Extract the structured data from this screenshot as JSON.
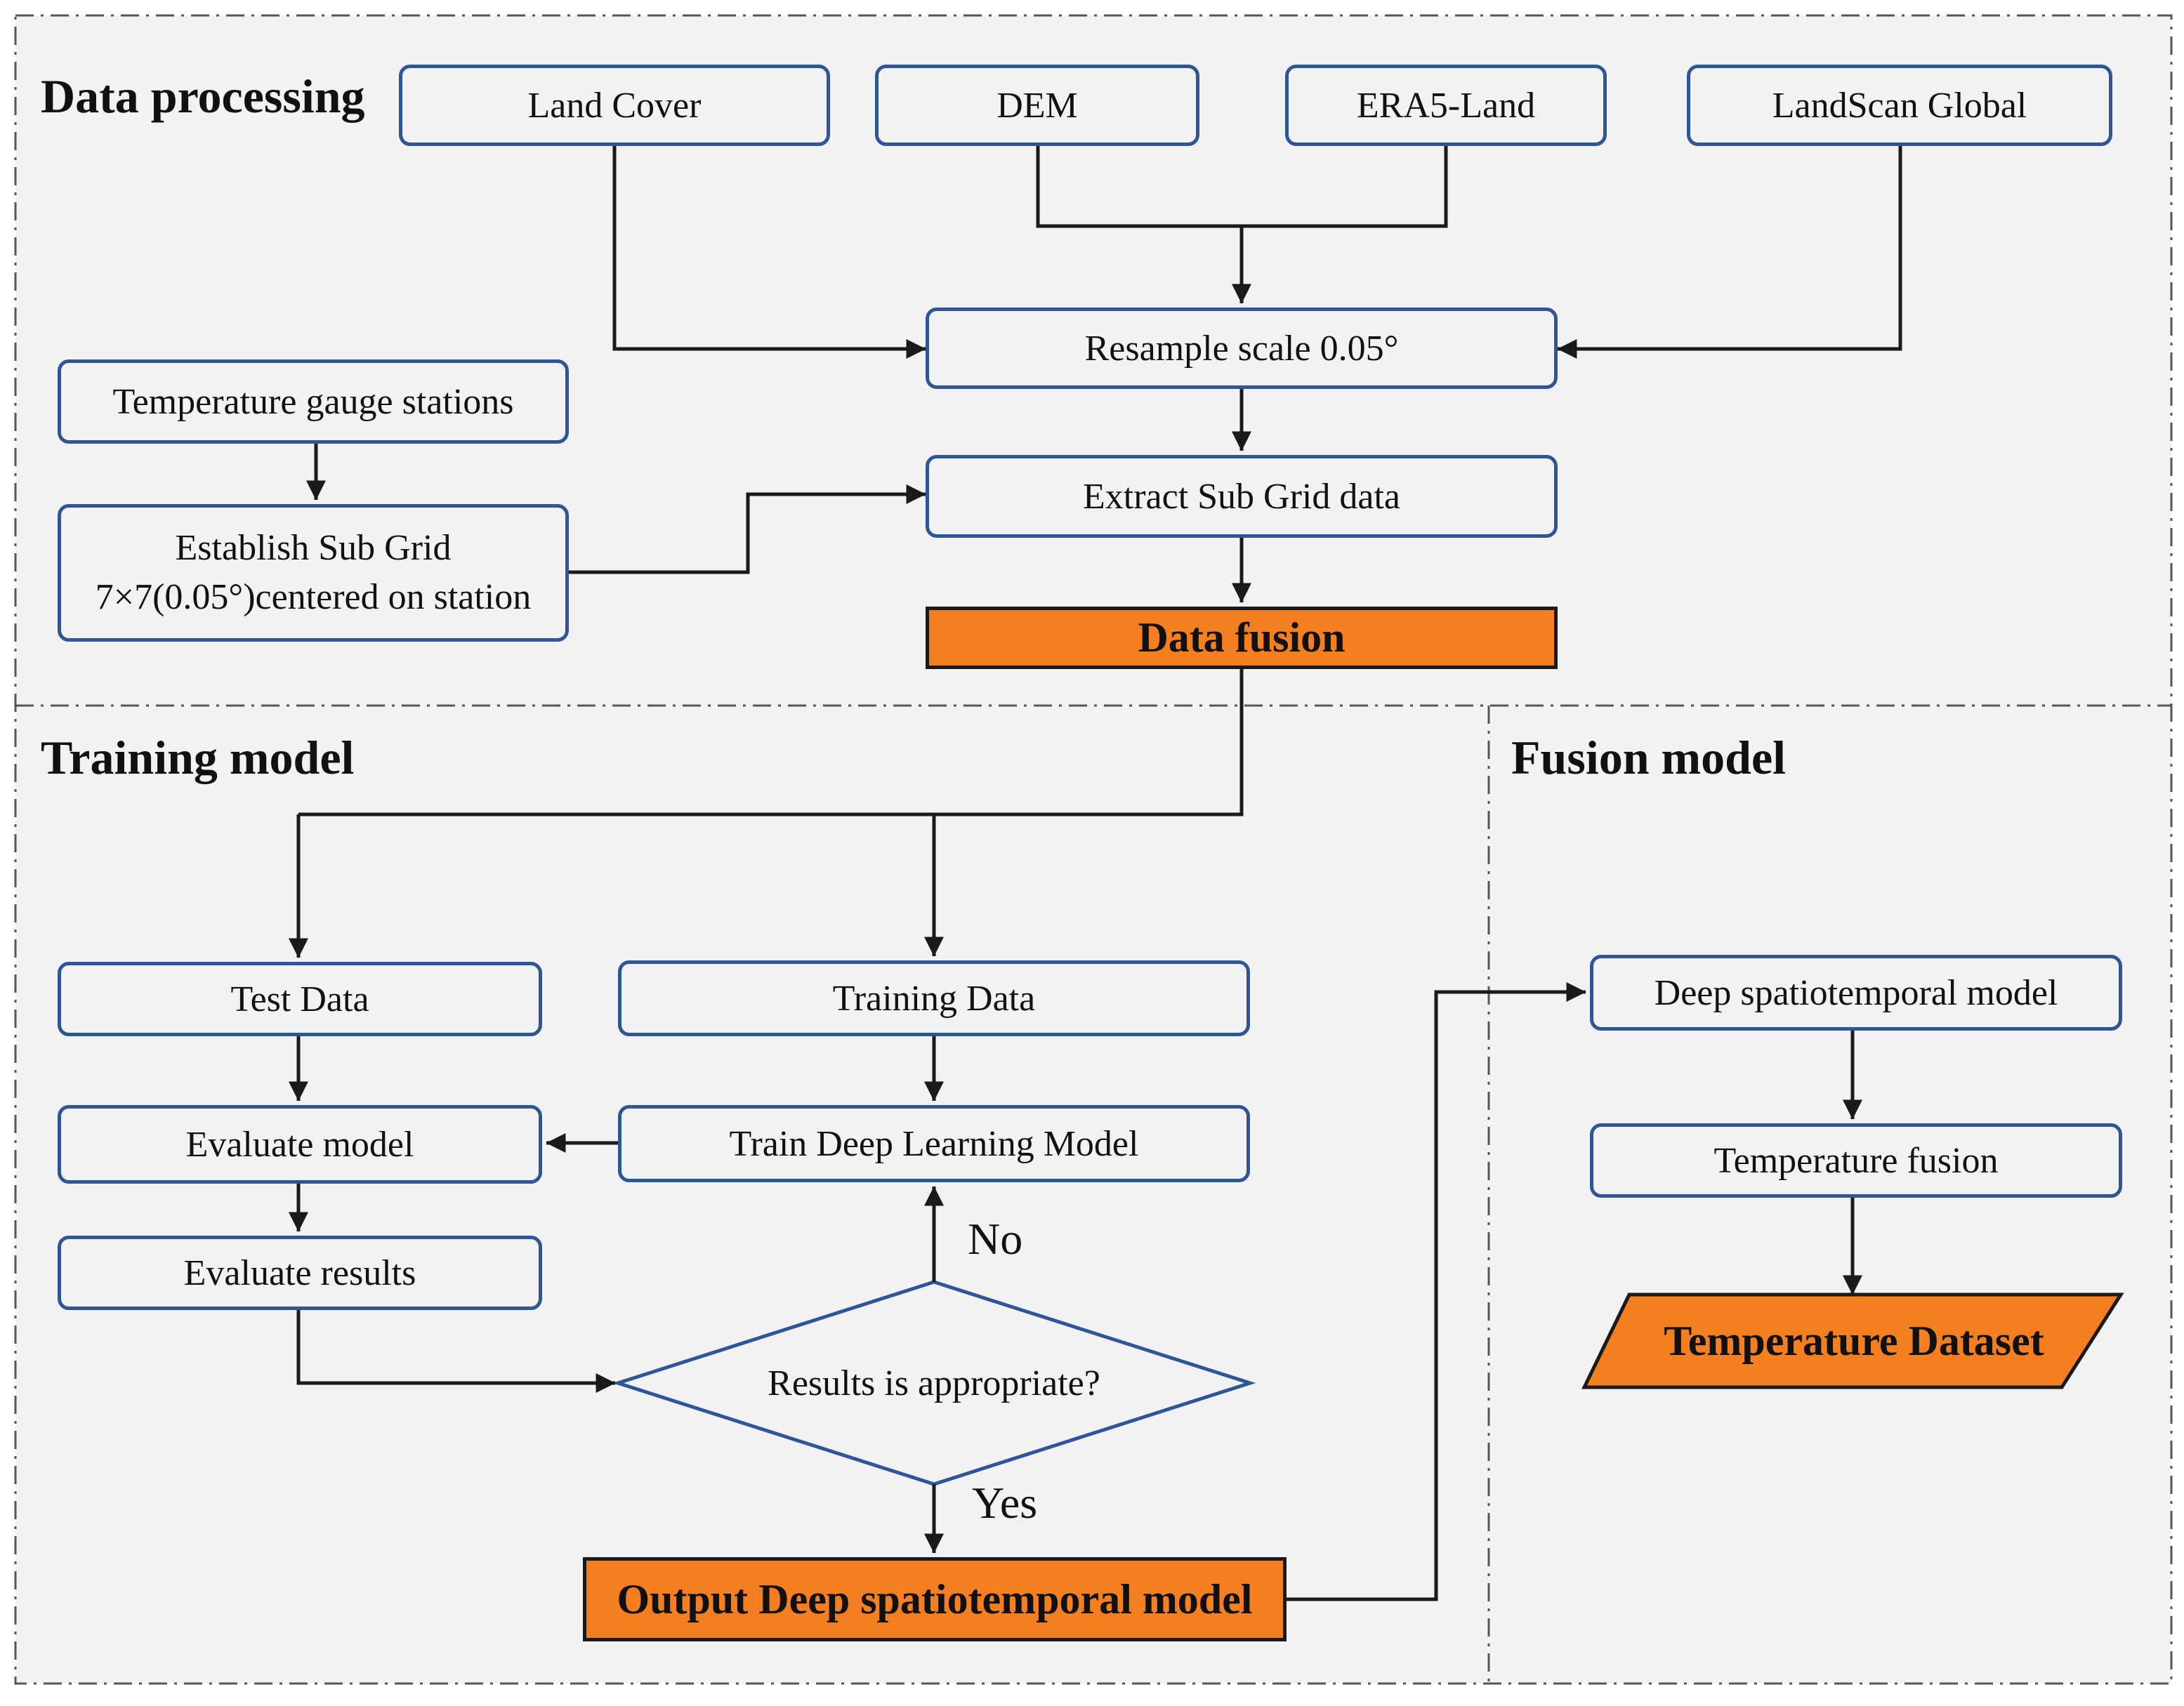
{
  "colors": {
    "panel_bg": "#f2f2f2",
    "box_border": "#2e5597",
    "highlight_fill": "#f47f20",
    "line": "#1a1a1a",
    "decision_border": "#2e5597"
  },
  "sections": {
    "data_processing": "Data processing",
    "training_model": "Training model",
    "fusion_model": "Fusion model"
  },
  "nodes": {
    "land_cover": "Land Cover",
    "dem": "DEM",
    "era5_land": "ERA5-Land",
    "landscan_global": "LandScan Global",
    "resample": "Resample scale 0.05°",
    "temperature_gauge_stations": "Temperature gauge stations",
    "establish_sub_grid": "Establish Sub Grid 7×7(0.05°)centered on station",
    "extract_sub_grid": "Extract Sub Grid data",
    "data_fusion": "Data fusion",
    "test_data": "Test Data",
    "training_data": "Training Data",
    "evaluate_model": "Evaluate model",
    "train_dl_model": "Train Deep Learning Model",
    "evaluate_results": "Evaluate results",
    "decision": "Results is appropriate?",
    "output_model": "Output Deep spatiotemporal model",
    "deep_st_model": "Deep spatiotemporal model",
    "temperature_fusion": "Temperature fusion",
    "temperature_dataset": "Temperature Dataset"
  },
  "branches": {
    "no": "No",
    "yes": "Yes"
  }
}
